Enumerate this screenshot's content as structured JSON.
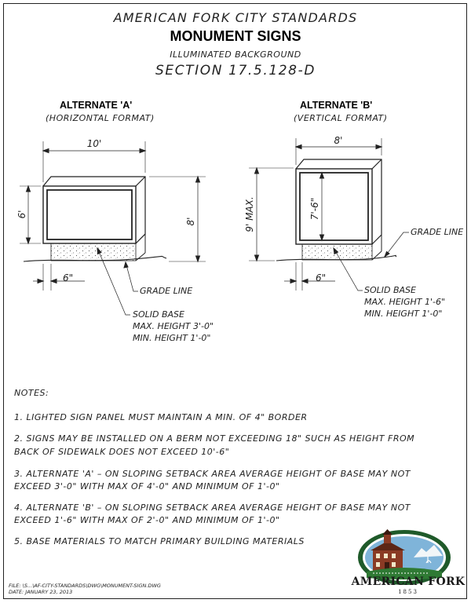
{
  "header": {
    "org": "AMERICAN FORK CITY STANDARDS",
    "title": "MONUMENT SIGNS",
    "subtitle": "ILLUMINATED BACKGROUND",
    "section": "SECTION 17.5.128-D"
  },
  "alt_a": {
    "title": "ALTERNATE 'A'",
    "format": "(HORIZONTAL FORMAT)",
    "dim_width": "10'",
    "dim_sign_height": "6'",
    "dim_total_height": "8'",
    "dim_setback": "6\"",
    "grade_label": "GRADE LINE",
    "base_label": "SOLID BASE",
    "base_max": "MAX. HEIGHT 3'-0\"",
    "base_min": "MIN. HEIGHT 1'-0\""
  },
  "alt_b": {
    "title": "ALTERNATE 'B'",
    "format": "(VERTICAL FORMAT)",
    "dim_width": "8'",
    "dim_sign_height": "7'-6\"",
    "dim_total_height": "9' MAX.",
    "dim_setback": "6\"",
    "grade_label": "GRADE LINE",
    "base_label": "SOLID BASE",
    "base_max": "MAX. HEIGHT 1'-6\"",
    "base_min": "MIN. HEIGHT 1'-0\""
  },
  "notes": {
    "heading": "NOTES:",
    "items": [
      "1. LIGHTED SIGN PANEL MUST MAINTAIN A MIN. OF 4\" BORDER",
      "2. SIGNS MAY BE INSTALLED ON A BERM NOT EXCEEDING 18\" SUCH AS HEIGHT FROM",
      "BACK OF SIDEWALK DOES NOT EXCEED 10'-6\"",
      "3. ALTERNATE 'A' – ON SLOPING SETBACK AREA AVERAGE HEIGHT OF BASE MAY NOT",
      "EXCEED 3'-0\" WITH MAX OF 4'-0\" AND MINIMUM OF 1'-0\"",
      "4. ALTERNATE 'B' – ON SLOPING SETBACK AREA AVERAGE HEIGHT OF BASE MAY NOT",
      "EXCEED 1'-6\" WITH MAX OF 2'-0\" AND MINIMUM OF 1'-0\"",
      "5. BASE MATERIALS TO MATCH PRIMARY BUILDING MATERIALS"
    ]
  },
  "footer": {
    "file": "FILE: \\S...\\AF-CITY-STANDARDS\\DWG\\MONUMENT-SIGN.DWG",
    "date": "DATE: JANUARY 23, 2013"
  },
  "logo": {
    "name": "AMERICAN FORK",
    "year": "1853",
    "colors": {
      "ring": "#1f5a2a",
      "sky": "#7fb4d9",
      "brick": "#8a3a24",
      "grass": "#2f7a34"
    }
  }
}
